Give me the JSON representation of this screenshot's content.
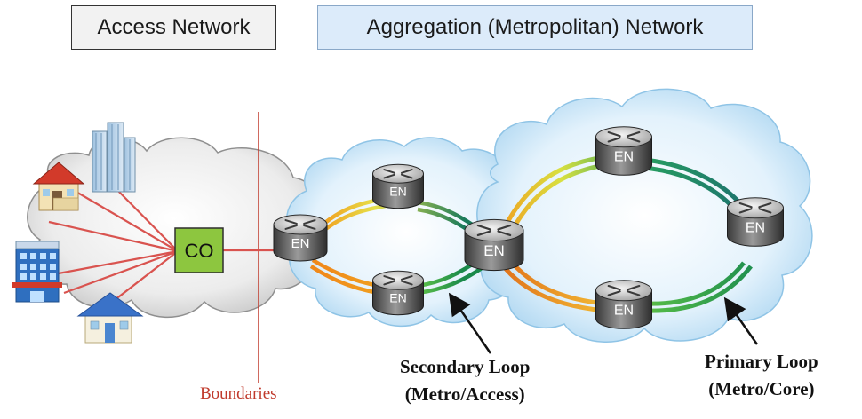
{
  "headers": {
    "access": "Access Network",
    "aggregation": "Aggregation (Metropolitan) Network"
  },
  "central_office": {
    "label": "CO"
  },
  "nodes": {
    "edge_access": "EN",
    "sec_top": "EN",
    "sec_bottom": "EN",
    "hub": "EN",
    "pri_top": "EN",
    "pri_right": "EN",
    "pri_bottom": "EN"
  },
  "labels": {
    "boundaries": "Boundaries",
    "secondary_loop_line1": "Secondary Loop",
    "secondary_loop_line2": "(Metro/Access)",
    "primary_loop_line1": "Primary  Loop",
    "primary_loop_line2": "(Metro/Core)"
  },
  "colors": {
    "co_fill": "#8dc63f",
    "boundary_line": "#c0392b",
    "boundary_text": "#c0392b",
    "access_links": "#d9534f",
    "cloud_access": "#e6e6e6",
    "cloud_metro": "#cfe8f8"
  }
}
